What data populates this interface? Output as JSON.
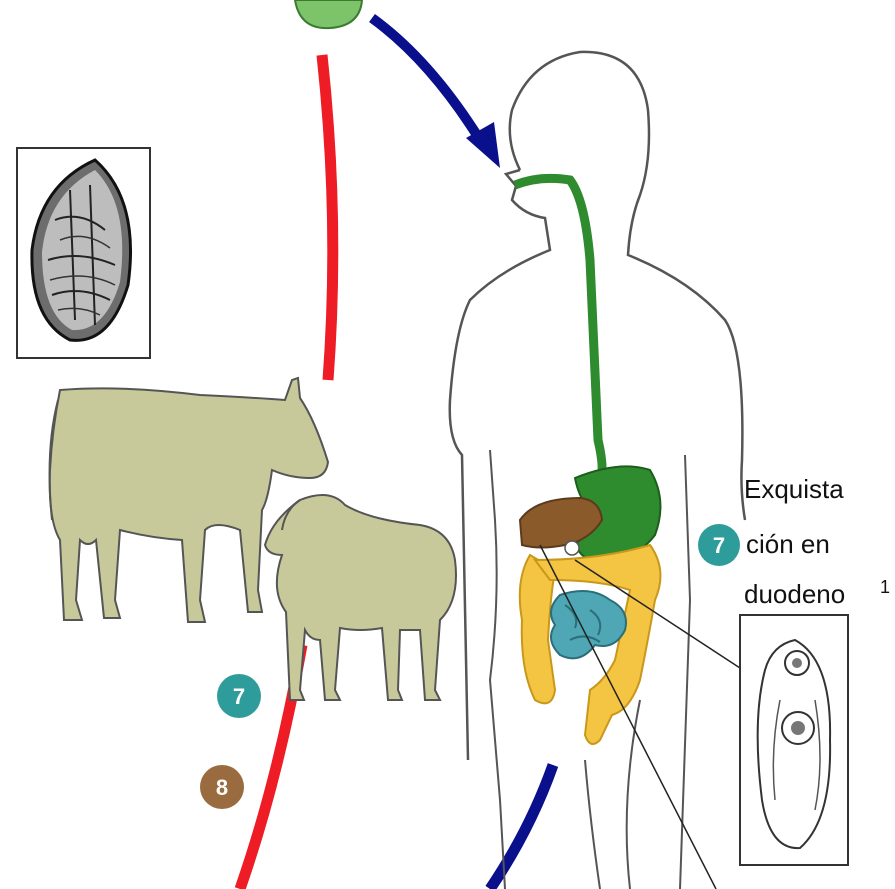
{
  "diagram": {
    "label_lines": [
      "Exquista",
      "ción en",
      "duodeno"
    ],
    "label_superscript": "1",
    "badges": [
      {
        "id": "badge-7-right",
        "text": "7",
        "color": "#2f9c9c"
      },
      {
        "id": "badge-7-left",
        "text": "7",
        "color": "#2f9c9c"
      },
      {
        "id": "badge-8-left",
        "text": "8",
        "color": "#9a6b3f"
      }
    ],
    "colors": {
      "arrow_blue": "#0a0f8c",
      "arrow_red": "#ee1c25",
      "esophagus_stomach": "#2e8b2e",
      "liver": "#8b5a2b",
      "large_intestine": "#f4c542",
      "small_intestine": "#4fa6b5",
      "animal_fill": "#c8c99a",
      "outline": "#555555"
    },
    "icons": [
      "fluke-egg-icon",
      "cow-icon",
      "sheep-icon",
      "human-body-icon",
      "metacercaria-larva-icon",
      "vegetation-icon"
    ]
  }
}
